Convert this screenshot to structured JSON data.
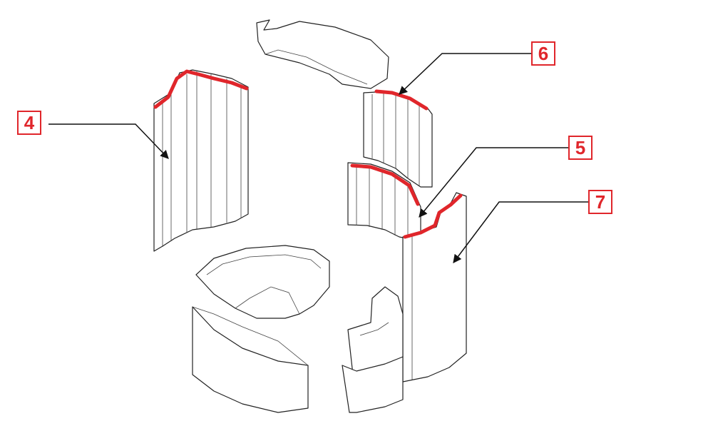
{
  "callouts": [
    {
      "id": "4",
      "label": "4"
    },
    {
      "id": "5",
      "label": "5"
    },
    {
      "id": "6",
      "label": "6"
    },
    {
      "id": "7",
      "label": "7"
    }
  ],
  "colors": {
    "accent": "#e0262b",
    "line": "#222222",
    "background": "#ffffff"
  }
}
